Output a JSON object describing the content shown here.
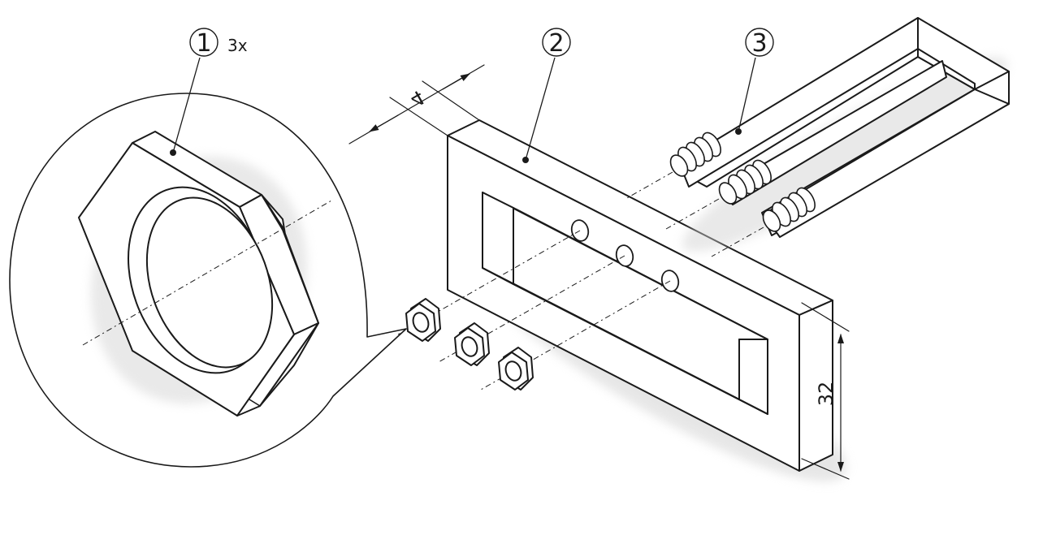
{
  "callouts": [
    {
      "number": "1",
      "note": "3x",
      "part": "nut"
    },
    {
      "number": "2",
      "part": "frame"
    },
    {
      "number": "3",
      "part": "u-bolt"
    }
  ],
  "dimensions": {
    "thickness": "4",
    "height": "32"
  },
  "icons": {
    "detail": "magnified-nut-detail",
    "frame": "rectangular-frame",
    "bolt": "threaded-u-bolt",
    "nuts": "hex-nut"
  }
}
